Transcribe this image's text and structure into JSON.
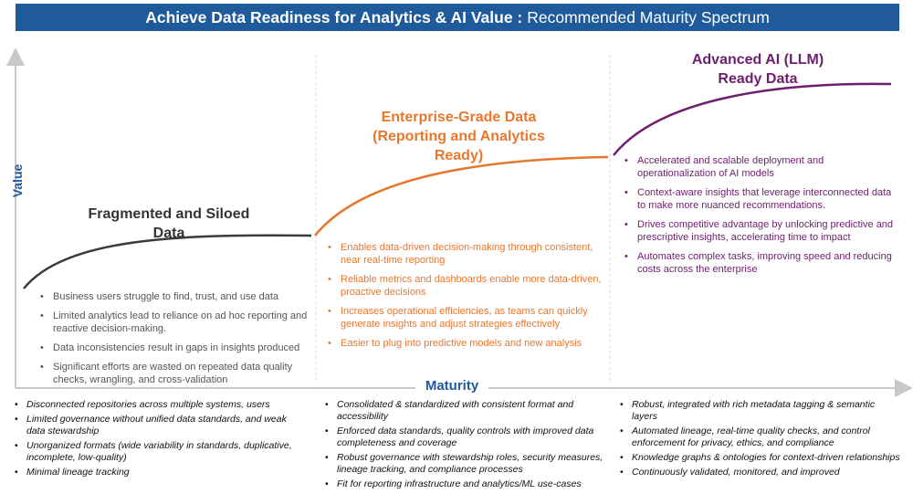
{
  "banner": {
    "title_bold": "Achieve Data Readiness for Analytics & AI Value :",
    "title_light": "Recommended Maturity Spectrum"
  },
  "axes": {
    "y_label": "Value",
    "x_label": "Maturity"
  },
  "colors": {
    "banner": "#1f5a9a",
    "stage1": "#3a3a3a",
    "stage2": "#e8772e",
    "stage3": "#6e1e6e",
    "axis": "#c8c8c8"
  },
  "stages": [
    {
      "title": "Fragmented and Siloed Data",
      "title_lines": [
        "Fragmented and Siloed",
        "Data"
      ],
      "bullets": [
        "Business users struggle to find, trust, and use data",
        "Limited analytics lead to reliance on ad hoc reporting and reactive decision-making.",
        "Data inconsistencies result in gaps in insights produced",
        "Significant efforts are wasted on repeated data quality checks, wrangling, and cross-validation"
      ],
      "characteristics": [
        "Disconnected repositories across multiple systems, users",
        "Limited governance without unified data standards, and weak data stewardship",
        "Unorganized formats (wide variability in standards, duplicative, incomplete, low-quality)",
        "Minimal lineage tracking"
      ]
    },
    {
      "title": "Enterprise-Grade Data (Reporting and Analytics Ready)",
      "title_lines": [
        "Enterprise-Grade Data",
        "(Reporting and Analytics",
        "Ready)"
      ],
      "bullets": [
        "Enables data-driven decision-making through consistent, near real-time reporting",
        "Reliable metrics and dashboards enable more data-driven, proactive decisions",
        "Increases operational efficiencies, as teams can quickly generate insights and adjust strategies effectively",
        "Easier to plug into predictive models and new analysis"
      ],
      "characteristics": [
        "Consolidated & standardized with consistent format and accessibility",
        "Enforced data standards, quality controls with improved data completeness and coverage",
        "Robust governance with stewardship roles, security measures, lineage tracking, and compliance processes",
        "Fit for reporting infrastructure and analytics/ML use-cases"
      ]
    },
    {
      "title": "Advanced AI (LLM) Ready Data",
      "title_lines": [
        "Advanced AI (LLM)",
        "Ready Data"
      ],
      "bullets": [
        "Accelerated and scalable deployment and operationalization of AI models",
        "Context-aware insights that leverage interconnected data to make more nuanced recommendations.",
        "Drives competitive advantage by unlocking predictive and prescriptive insights, accelerating time to impact",
        "Automates complex tasks, improving speed and reducing costs across the enterprise"
      ],
      "characteristics": [
        "Robust, integrated with rich metadata tagging & semantic layers",
        "Automated lineage, real-time quality checks, and control enforcement for privacy, ethics, and compliance",
        "Knowledge graphs & ontologies for context-driven relationships",
        "Continuously validated, monitored, and improved"
      ]
    }
  ]
}
